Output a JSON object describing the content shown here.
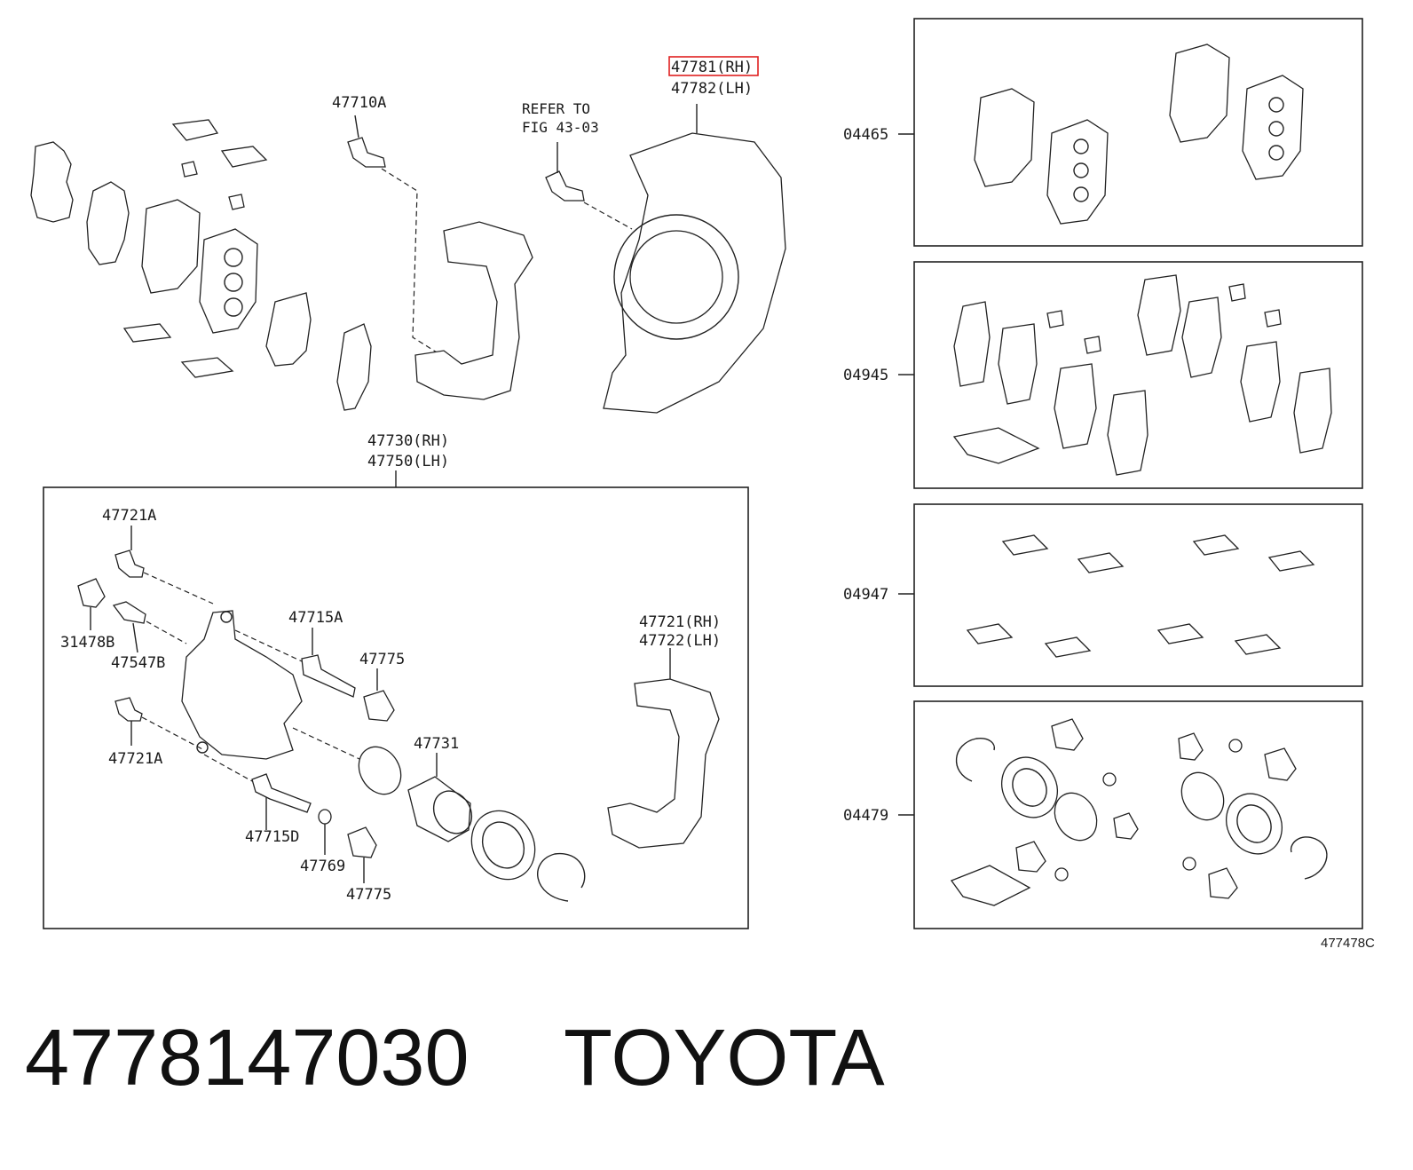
{
  "highlight_color": "#e02020",
  "labels": {
    "p47781": "47781(RH)",
    "p47782": "47782(LH)",
    "refer1": "REFER TO",
    "refer2": "FIG 43-03",
    "p47710a": "47710A",
    "p47730": "47730(RH)",
    "p47750": "47750(LH)",
    "p47721a_top": "47721A",
    "p31478b": "31478B",
    "p47547b": "47547B",
    "p47721a_bot": "47721A",
    "p47715a": "47715A",
    "p47775_top": "47775",
    "p47731": "47731",
    "p47715d": "47715D",
    "p47769": "47769",
    "p47775_bot": "47775",
    "p47721": "47721(RH)",
    "p47722": "47722(LH)",
    "p04465": "04465",
    "p04945": "04945",
    "p04947": "04947",
    "p04479": "04479",
    "figure_code": "477478C"
  },
  "footer": {
    "part_number": "4778147030",
    "brand": "TOYOTA"
  }
}
